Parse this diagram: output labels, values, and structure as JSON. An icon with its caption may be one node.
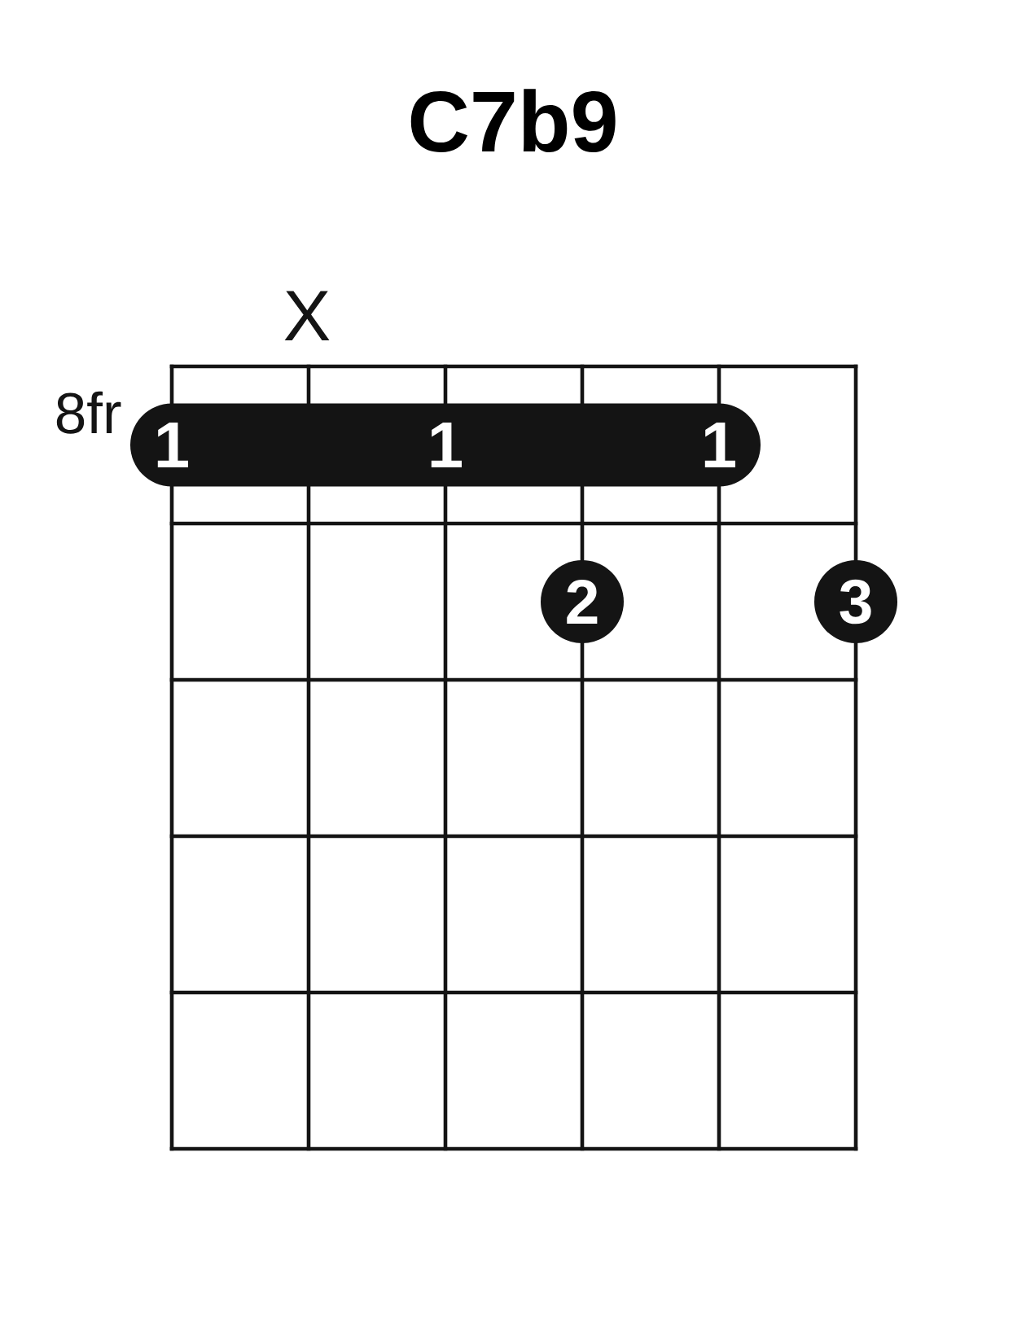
{
  "diagram": {
    "title": "C7b9",
    "nodes": [
      {
        "text": [
          "1",
          "1",
          "1"
        ]
      },
      {
        "text": [
          "2"
        ]
      },
      {
        "text": [
          "3"
        ]
      }
    ],
    "labels": [
      "X",
      "8fr"
    ]
  }
}
